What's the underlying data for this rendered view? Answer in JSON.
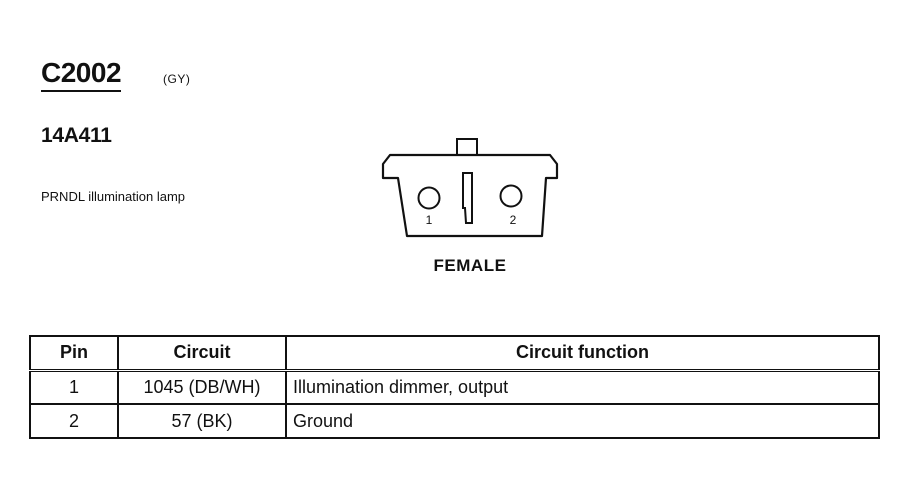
{
  "header": {
    "connector_id": "C2002",
    "connector_color": "(GY)",
    "part_number": "14A411",
    "description": "PRNDL illumination lamp"
  },
  "connector": {
    "pin_labels": [
      "1",
      "2"
    ],
    "gender": "FEMALE"
  },
  "table": {
    "columns": [
      "Pin",
      "Circuit",
      "Circuit function"
    ],
    "rows": [
      {
        "pin": "1",
        "circuit": "1045 (DB/WH)",
        "function": "Illumination dimmer, output"
      },
      {
        "pin": "2",
        "circuit": "57 (BK)",
        "function": "Ground"
      }
    ]
  }
}
